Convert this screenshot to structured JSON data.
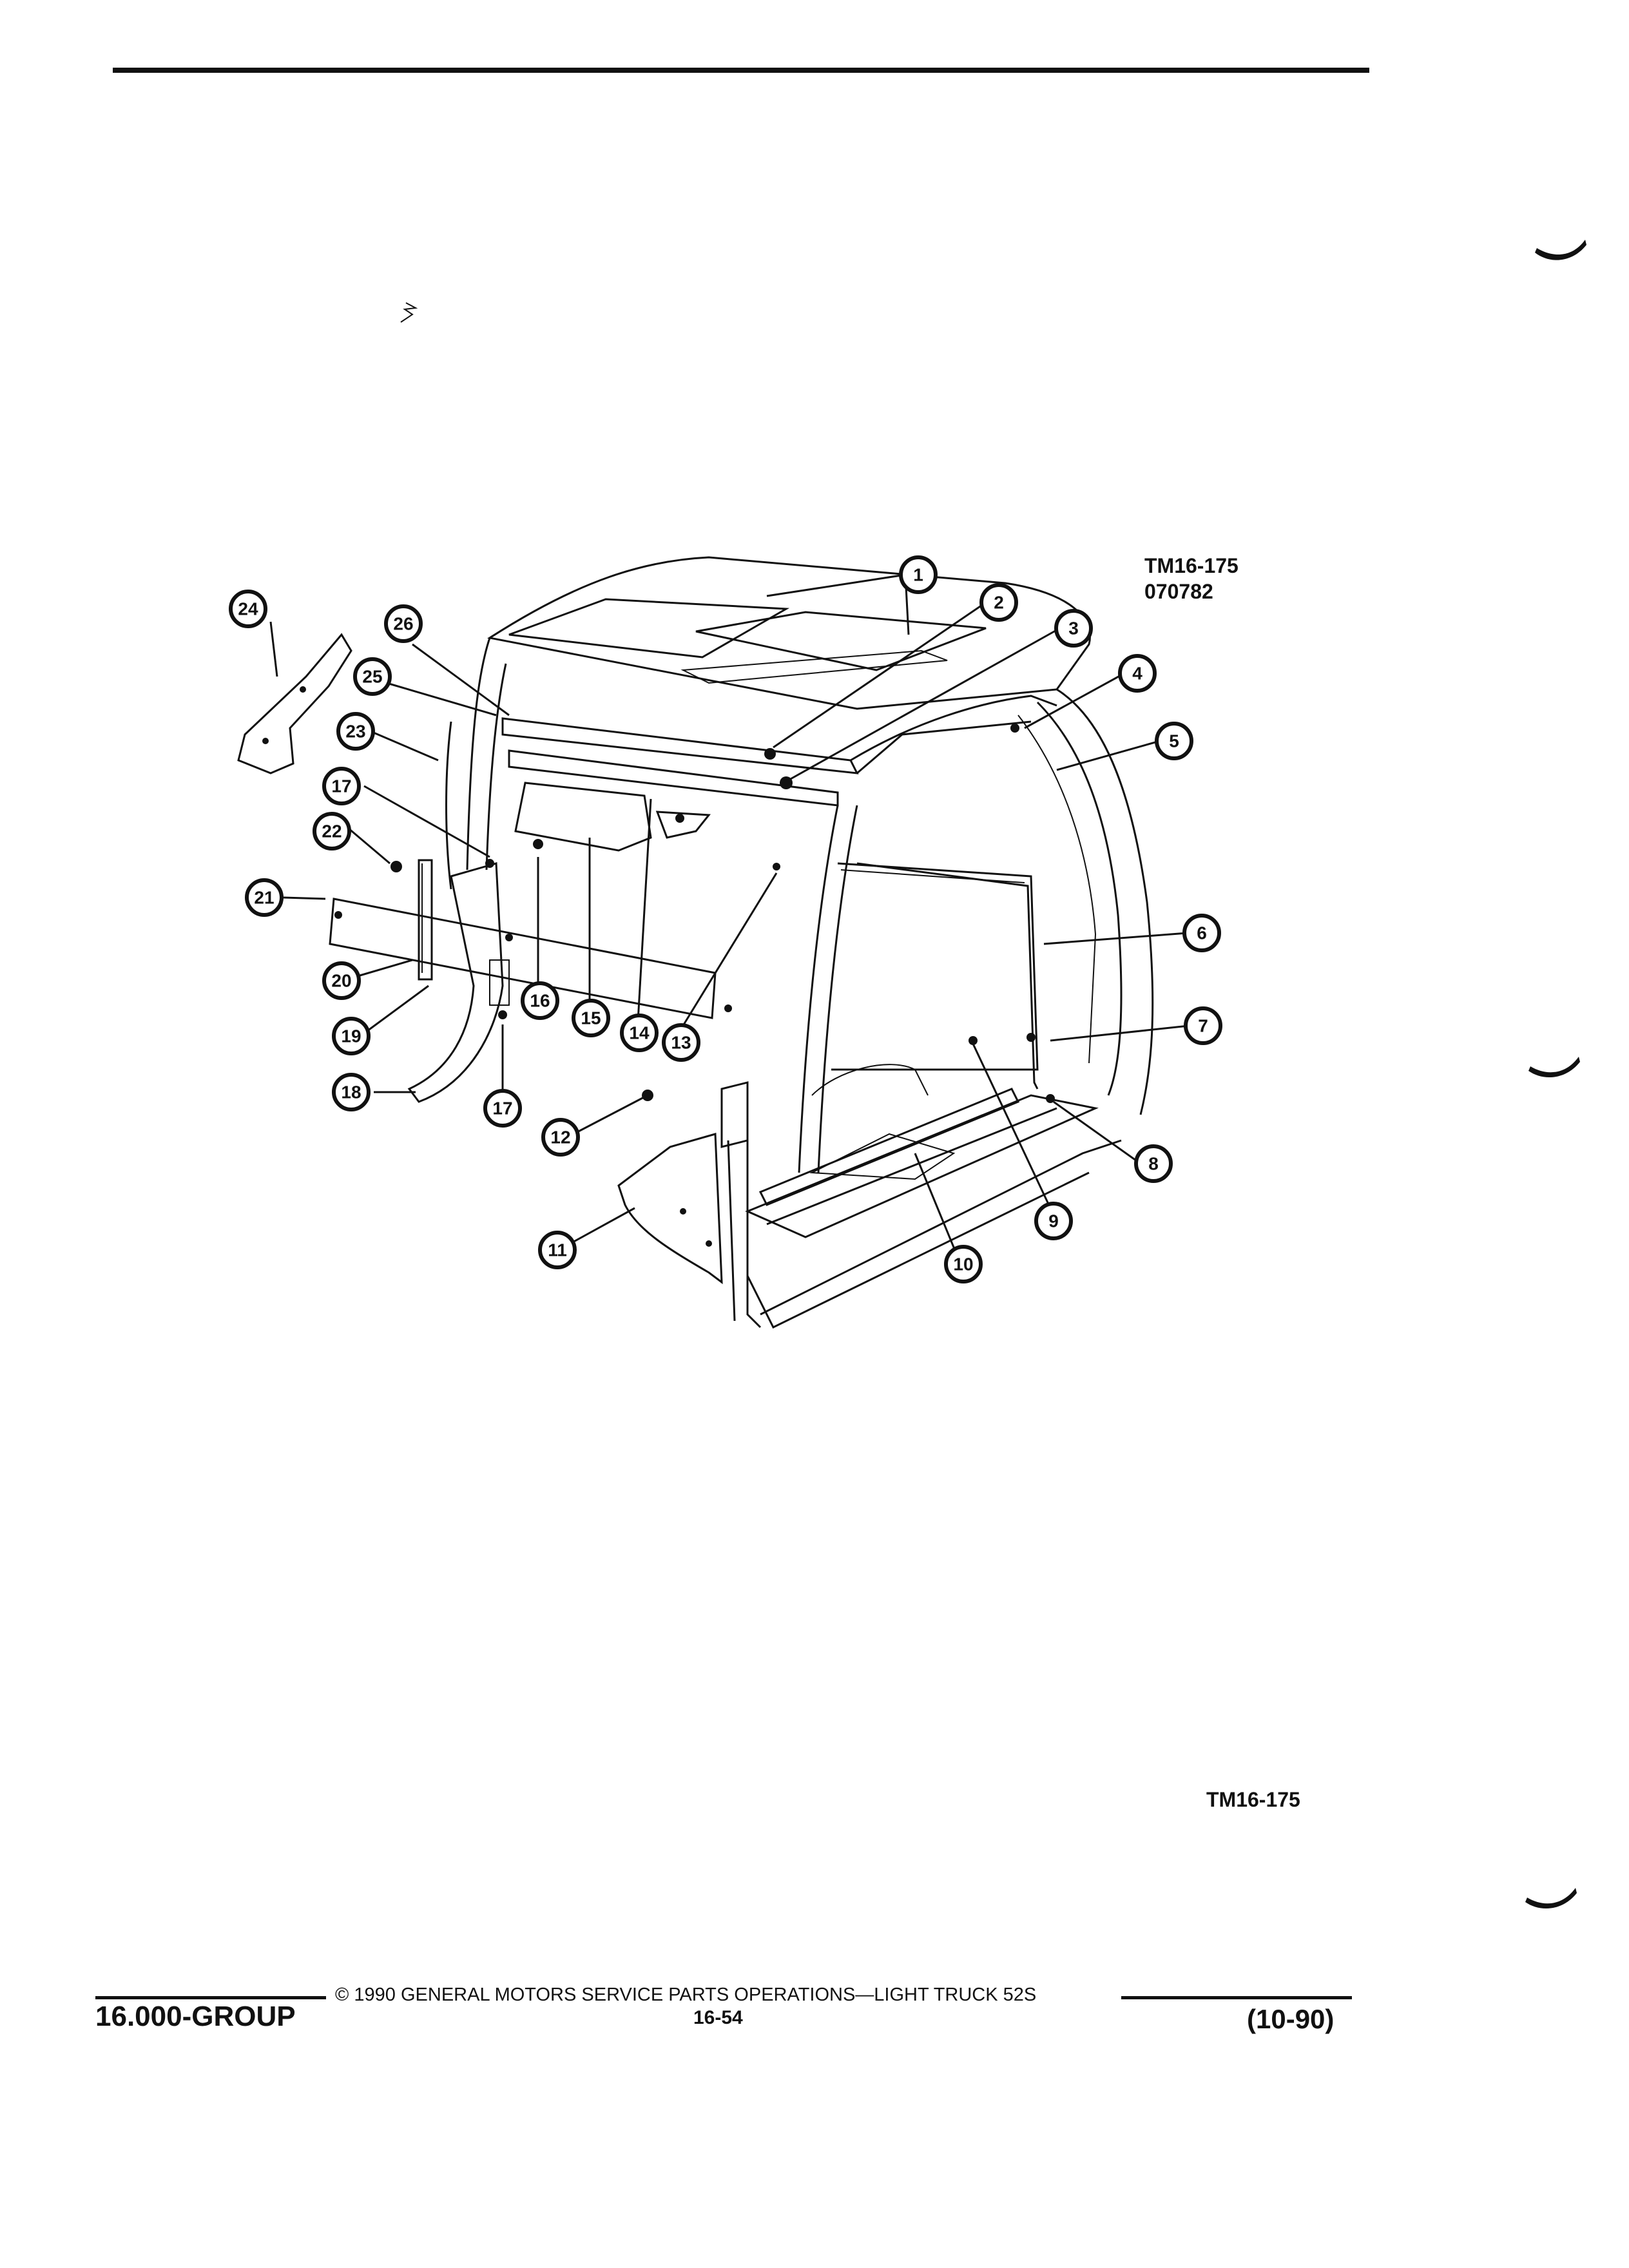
{
  "figure": {
    "code": "TM16-175",
    "date_code": "070782",
    "bottom_code": "TM16-175",
    "callouts": [
      "1",
      "2",
      "3",
      "4",
      "5",
      "6",
      "7",
      "8",
      "9",
      "10",
      "11",
      "12",
      "13",
      "14",
      "15",
      "16",
      "17",
      "17",
      "18",
      "19",
      "20",
      "21",
      "22",
      "23",
      "24",
      "25",
      "26"
    ]
  },
  "footer": {
    "group": "16.000-GROUP",
    "copyright": "© 1990 GENERAL MOTORS SERVICE PARTS OPERATIONS—LIGHT TRUCK 52S",
    "page": "16-54",
    "revision": "(10-90)"
  }
}
